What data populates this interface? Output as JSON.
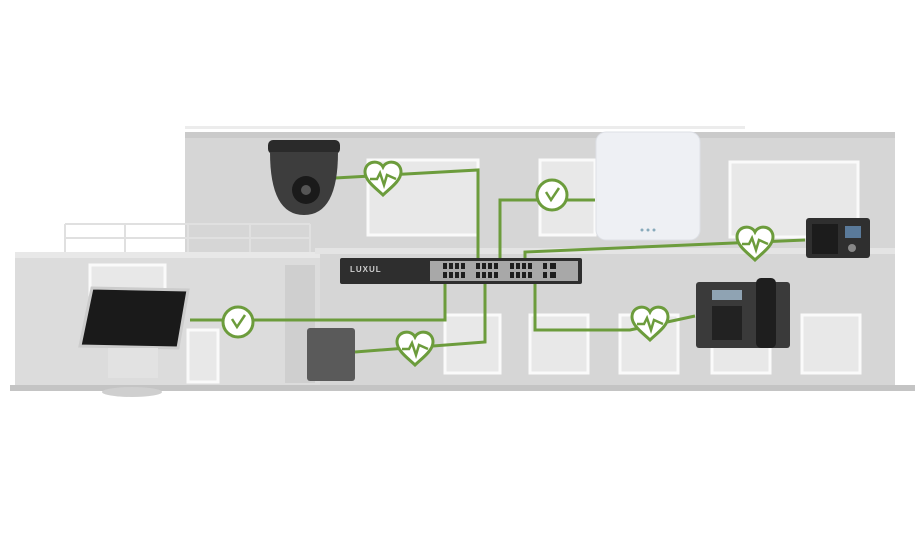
{
  "switch": {
    "brand_logo": "LUXUL"
  },
  "colors": {
    "connection": "#6c9c3c",
    "building": "#d6d6d6",
    "window": "#e8e8e8",
    "device_dark": "#3a3a3a"
  },
  "devices": [
    {
      "name": "dome-camera",
      "status_icon": "heart-pulse-icon"
    },
    {
      "name": "wireless-access-point",
      "status_icon": "check-circle-icon"
    },
    {
      "name": "access-control-panel",
      "status_icon": "heart-pulse-icon"
    },
    {
      "name": "desk-phone",
      "status_icon": "heart-pulse-icon"
    },
    {
      "name": "card-reader",
      "status_icon": "heart-pulse-icon"
    },
    {
      "name": "pos-kiosk",
      "status_icon": "check-circle-icon"
    }
  ]
}
